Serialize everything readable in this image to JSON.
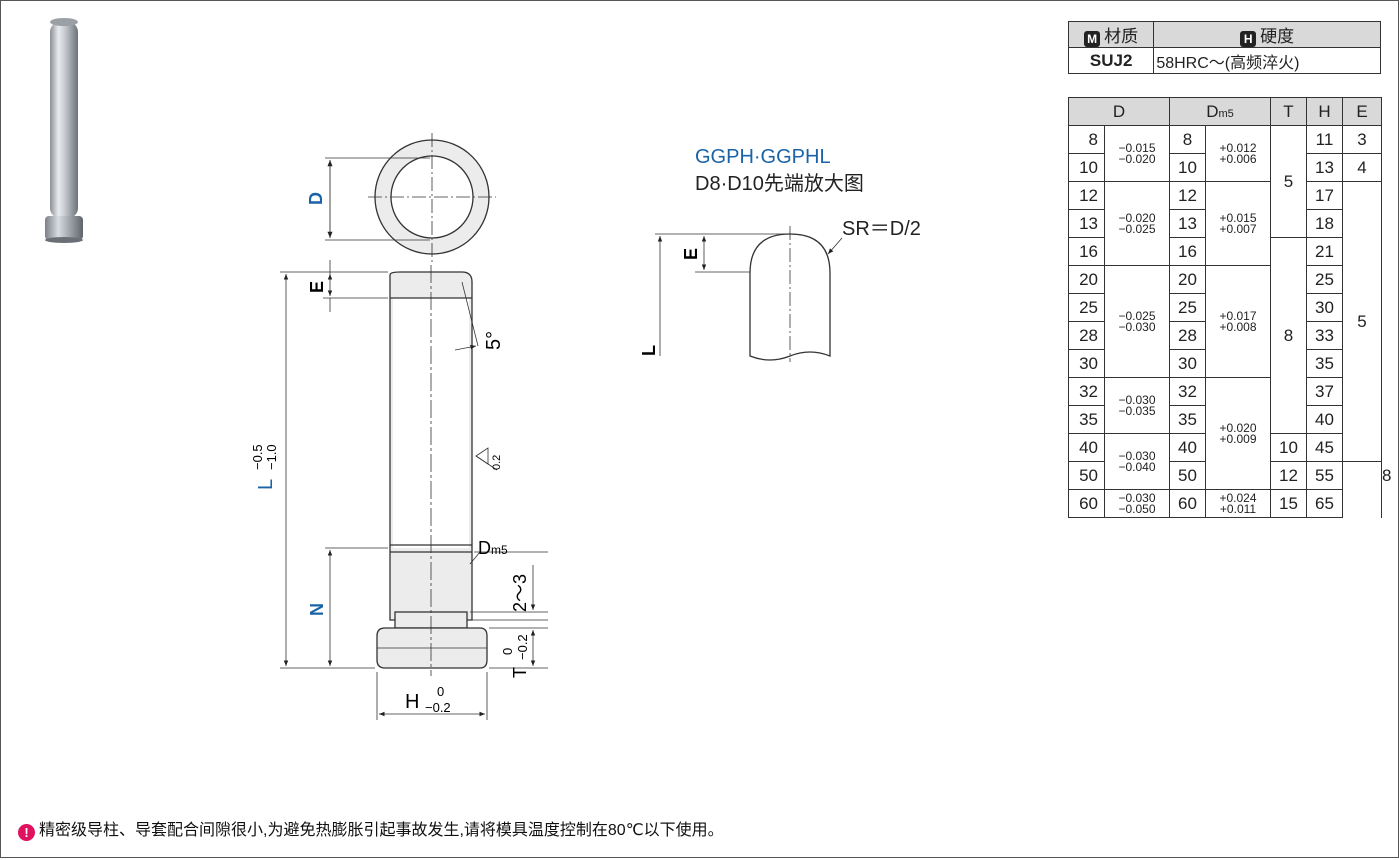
{
  "material_table": {
    "headers": [
      {
        "badge": "M",
        "label": "材质"
      },
      {
        "badge": "H",
        "label": "硬度"
      }
    ],
    "material": "SUJ2",
    "hardness": "58HRC～(高频淬火)"
  },
  "spec_table": {
    "headers": {
      "d": "D",
      "dm": "D",
      "dm_sub": "m5",
      "t": "T",
      "h": "H",
      "e": "E"
    },
    "rows": [
      {
        "d": "8",
        "dm": "8",
        "h": "11"
      },
      {
        "d": "10",
        "dm": "10",
        "h": "13"
      },
      {
        "d": "12",
        "dm": "12",
        "h": "17"
      },
      {
        "d": "13",
        "dm": "13",
        "h": "18"
      },
      {
        "d": "16",
        "dm": "16",
        "h": "21"
      },
      {
        "d": "20",
        "dm": "20",
        "h": "25"
      },
      {
        "d": "25",
        "dm": "25",
        "h": "30"
      },
      {
        "d": "28",
        "dm": "28",
        "h": "33"
      },
      {
        "d": "30",
        "dm": "30",
        "h": "35"
      },
      {
        "d": "32",
        "dm": "32",
        "h": "37"
      },
      {
        "d": "35",
        "dm": "35",
        "h": "40"
      },
      {
        "d": "40",
        "dm": "40",
        "h": "45"
      },
      {
        "d": "50",
        "dm": "50",
        "h": "55"
      },
      {
        "d": "60",
        "dm": "60",
        "h": "65"
      }
    ],
    "d_tol": [
      {
        "upper": "−0.015",
        "lower": "−0.020"
      },
      {
        "upper": "−0.020",
        "lower": "−0.025"
      },
      {
        "upper": "−0.025",
        "lower": "−0.030"
      },
      {
        "upper": "−0.030",
        "lower": "−0.035"
      },
      {
        "upper": "−0.030",
        "lower": "−0.040"
      },
      {
        "upper": "−0.030",
        "lower": "−0.050"
      }
    ],
    "dm_tol": [
      {
        "upper": "+0.012",
        "lower": "+0.006"
      },
      {
        "upper": "+0.015",
        "lower": "+0.007"
      },
      {
        "upper": "+0.017",
        "lower": "+0.008"
      },
      {
        "upper": "+0.020",
        "lower": "+0.009"
      },
      {
        "upper": "+0.024",
        "lower": "+0.011"
      }
    ],
    "t": [
      "5",
      "8",
      "10",
      "12",
      "15"
    ],
    "e": [
      "3",
      "4",
      "5",
      "8"
    ]
  },
  "drawing": {
    "label_d": "D",
    "label_e": "E",
    "angle": "5°",
    "l_label": "L",
    "l_tol_upper": "−0.5",
    "l_tol_lower": "−1.0",
    "roughness": "0.2",
    "dm_label": "D",
    "dm_sub": "m5",
    "n_label": "N",
    "relief": "2～3",
    "t_label": "T",
    "t_tol_upper": "0",
    "t_tol_lower": "−0.2",
    "h_label": "H",
    "h_tol_upper": "0",
    "h_tol_lower": "−0.2"
  },
  "detail": {
    "title_line1": "GGPH·GGPHL",
    "title_line2": "D8·D10先端放大图",
    "sr_label": "SR＝D/2",
    "e_label": "E",
    "l_label": "L"
  },
  "note": {
    "icon": "!",
    "text": "精密级导柱、导套配合间隙很小,为避免热膨胀引起事故发生,请将模具温度控制在80℃以下使用。"
  },
  "colors": {
    "accent_blue": "#1a63a8",
    "header_gray": "#d9d9d9",
    "note_red": "#e0115f"
  }
}
